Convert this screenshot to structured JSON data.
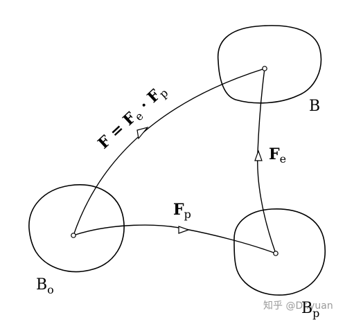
{
  "labels": {
    "body_current": "B",
    "body_reference_base": "B",
    "body_reference_sub": "o",
    "body_intermediate_base": "B",
    "body_intermediate_sub": "p",
    "fe_base": "F",
    "fe_sub": "e",
    "fp_base": "F",
    "fp_sub": "p",
    "decomp_F": "F",
    "decomp_eq": " = ",
    "decomp_Fe": "F",
    "decomp_Fe_sub": "e",
    "decomp_dot": " · ",
    "decomp_Fp": "F",
    "decomp_Fp_sub": "p"
  },
  "watermark": "知乎 @Dr.yuan"
}
